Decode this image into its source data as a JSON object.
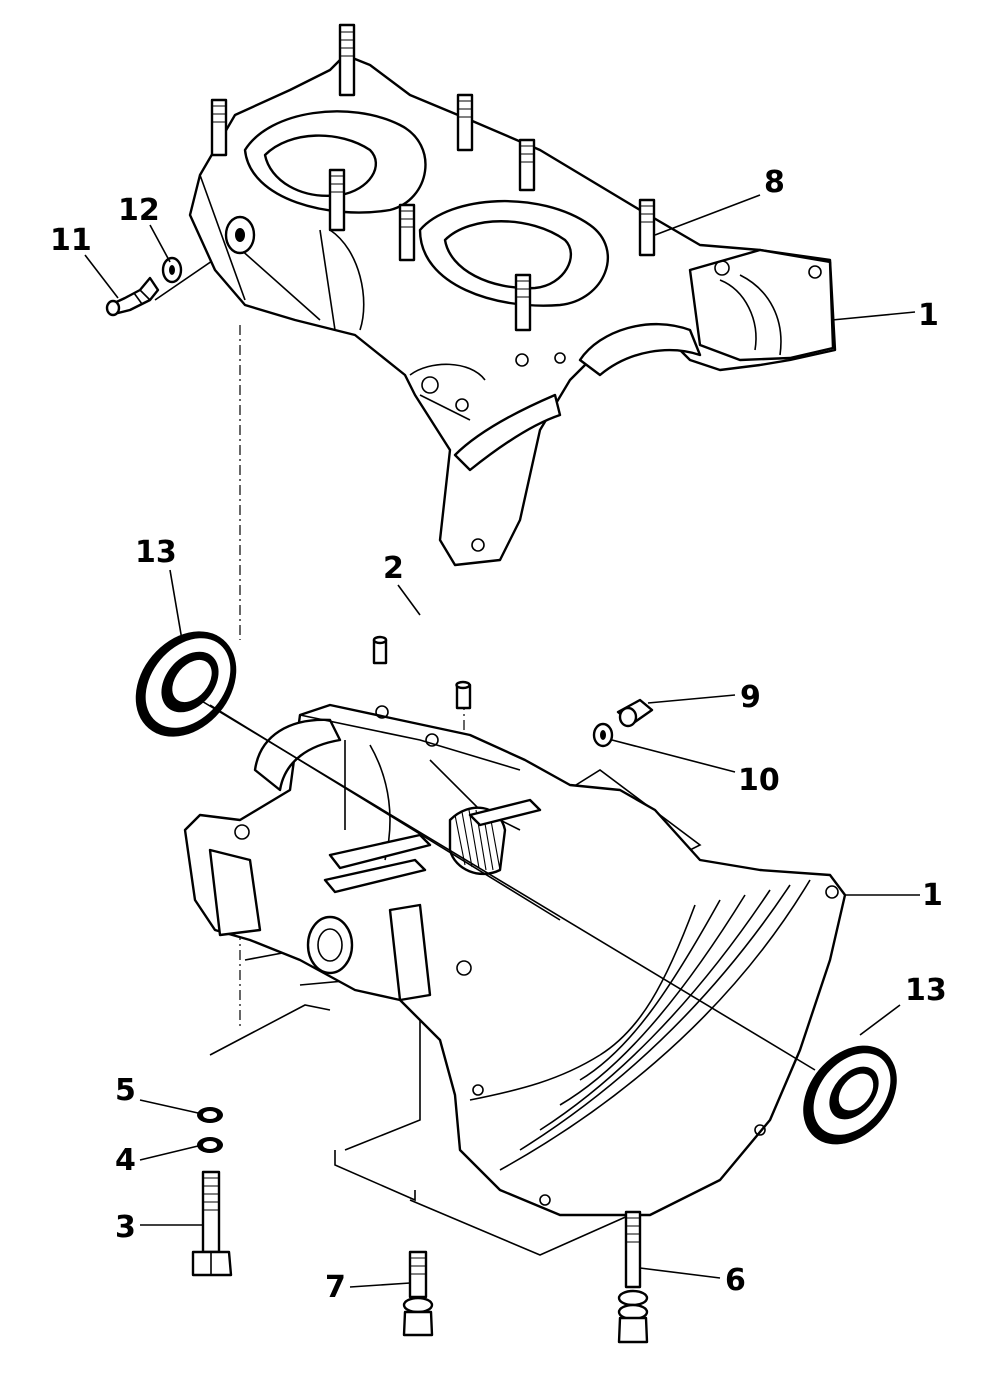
{
  "callouts": {
    "c1_top": "1",
    "c1_bottom": "1",
    "c2": "2",
    "c3": "3",
    "c4": "4",
    "c5": "5",
    "c6": "6",
    "c7": "7",
    "c8": "8",
    "c9": "9",
    "c10": "10",
    "c11": "11",
    "c12": "12",
    "c13_left": "13",
    "c13_right": "13"
  },
  "colors": {
    "line": "#000000",
    "background": "#ffffff"
  }
}
